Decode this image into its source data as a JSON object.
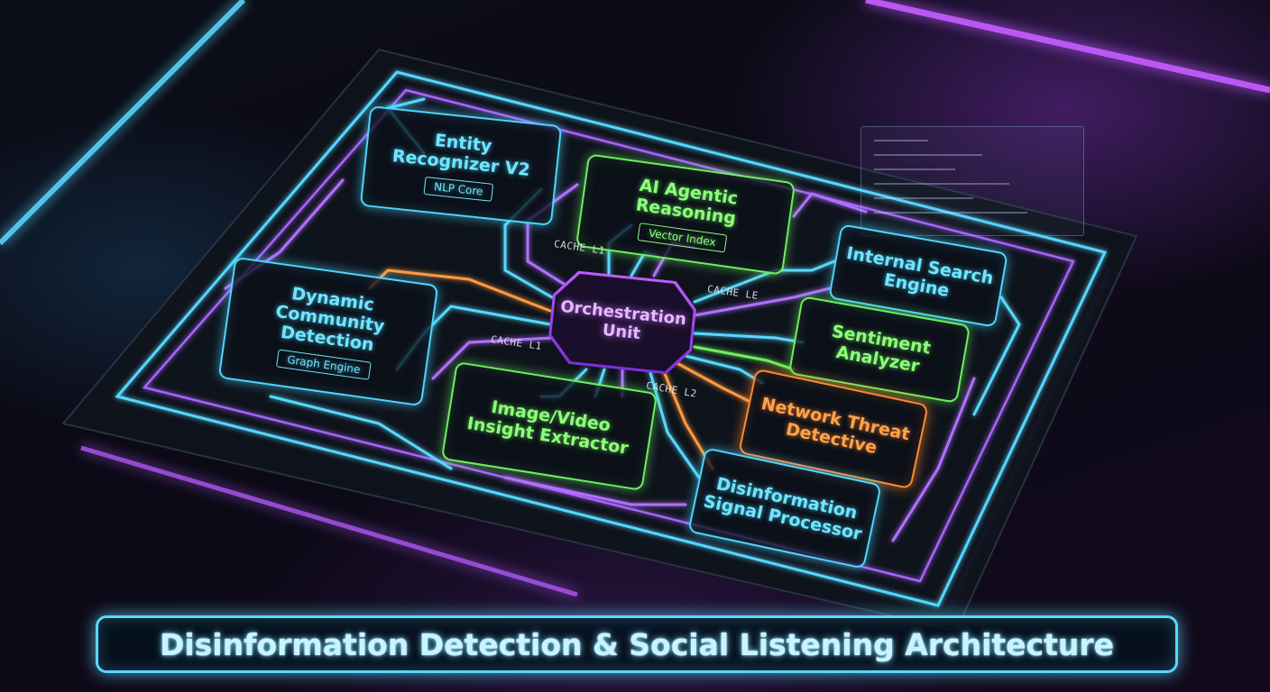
{
  "title": "Disinformation Detection & Social Listening Architecture",
  "hub": {
    "line1": "Orchestration",
    "line2": "Unit"
  },
  "modules": {
    "entity": {
      "line1": "Entity",
      "line2": "Recognizer V2",
      "chip": "NLP Core",
      "color": "cyan"
    },
    "agentic": {
      "line1": "AI Agentic",
      "line2": "Reasoning",
      "chip": "Vector Index",
      "color": "green"
    },
    "community": {
      "line1": "Dynamic",
      "line2": "Community",
      "line3": "Detection",
      "chip": "Graph Engine",
      "color": "cyan"
    },
    "search": {
      "line1": "Internal Search",
      "line2": "Engine",
      "color": "cyan"
    },
    "sentiment": {
      "line1": "Sentiment",
      "line2": "Analyzer",
      "color": "green"
    },
    "image": {
      "line1": "Image/Video",
      "line2": "Insight Extractor",
      "color": "green"
    },
    "threat": {
      "line1": "Network Threat",
      "line2": "Detective",
      "color": "orange"
    },
    "signal": {
      "line1": "Disinformation",
      "line2": "Signal Processor",
      "color": "cyan"
    }
  },
  "caches": {
    "c1": "CACHE L1",
    "c2": "CACHE LE",
    "c3": "CACHE L1",
    "c4": "CACHE L2"
  },
  "colors": {
    "cyan": "#4fd6ff",
    "purple": "#b070ff",
    "green": "#6cf060",
    "orange": "#ff8a30",
    "background": "#07060d"
  }
}
